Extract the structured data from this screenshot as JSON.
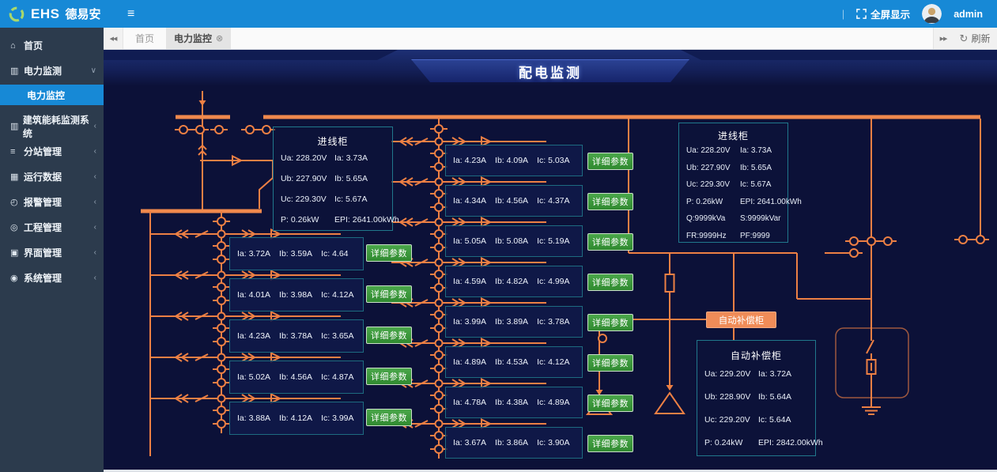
{
  "topbar": {
    "brand_abbr": "EHS",
    "brand_name": "德易安",
    "hamburger": "≡",
    "divider": "|",
    "fullscreen_label": "全屏显示",
    "username": "admin"
  },
  "sidebar": {
    "items": [
      {
        "glyph": "⌂",
        "label": "首页",
        "chevron": ""
      },
      {
        "glyph": "▥",
        "label": "电力监测",
        "chevron": "∨"
      },
      {
        "glyph": "",
        "label": "电力监控",
        "chevron": ""
      },
      {
        "glyph": "▥",
        "label": "建筑能耗监测系统",
        "chevron": "‹"
      },
      {
        "glyph": "≡",
        "label": "分站管理",
        "chevron": "‹"
      },
      {
        "glyph": "▦",
        "label": "运行数据",
        "chevron": "‹"
      },
      {
        "glyph": "◴",
        "label": "报警管理",
        "chevron": "‹"
      },
      {
        "glyph": "◎",
        "label": "工程管理",
        "chevron": "‹"
      },
      {
        "glyph": "▣",
        "label": "界面管理",
        "chevron": "‹"
      },
      {
        "glyph": "◉",
        "label": "系统管理",
        "chevron": "‹"
      }
    ]
  },
  "tabbar": {
    "scroll_left": "◀◀",
    "scroll_right": "▶▶",
    "home_tab": "首页",
    "active_tab": "电力监控",
    "close_icon": "⊗",
    "refresh_icon": "↻",
    "refresh_label": "刷新"
  },
  "main": {
    "title": "配电监测",
    "detail_label": "详细参数",
    "comp_button_label": "自动补偿柜",
    "incoming_left": {
      "title": "进线柜",
      "rows": [
        {
          "l": "Ua: 228.20V",
          "r": "Ia: 3.73A"
        },
        {
          "l": "Ub: 227.90V",
          "r": "Ib: 5.65A"
        },
        {
          "l": "Uc: 229.30V",
          "r": "Ic: 5.67A"
        },
        {
          "l": "P: 0.26kW",
          "r": "EPI: 2641.00kWh"
        }
      ]
    },
    "incoming_right": {
      "title": "进线柜",
      "rows": [
        {
          "l": "Ua: 228.20V",
          "r": "Ia: 3.73A"
        },
        {
          "l": "Ub: 227.90V",
          "r": "Ib: 5.65A"
        },
        {
          "l": "Uc: 229.30V",
          "r": "Ic: 5.67A"
        },
        {
          "l": "P: 0.26kW",
          "r": "EPI: 2641.00kWh"
        },
        {
          "l": "Q:9999kVa",
          "r": "S:9999kVar"
        },
        {
          "l": "FR:9999Hz",
          "r": "PF:9999"
        }
      ]
    },
    "compensation": {
      "title": "自动补偿柜",
      "rows": [
        {
          "l": "Ua: 229.20V",
          "r": "Ia: 3.72A"
        },
        {
          "l": "Ub: 228.90V",
          "r": "Ib: 5.64A"
        },
        {
          "l": "Uc: 229.20V",
          "r": "Ic: 5.64A"
        },
        {
          "l": "P: 0.24kW",
          "r": "EPI: 2842.00kWh"
        }
      ]
    },
    "left_feeders": [
      {
        "ia": "Ia: 3.72A",
        "ib": "Ib: 3.59A",
        "ic": "Ic: 4.64"
      },
      {
        "ia": "Ia: 4.01A",
        "ib": "Ib: 3.98A",
        "ic": "Ic: 4.12A"
      },
      {
        "ia": "Ia: 4.23A",
        "ib": "Ib: 3.78A",
        "ic": "Ic: 3.65A"
      },
      {
        "ia": "Ia: 5.02A",
        "ib": "Ib: 4.56A",
        "ic": "Ic: 4.87A"
      },
      {
        "ia": "Ia: 3.88A",
        "ib": "Ib: 4.12A",
        "ic": "Ic: 3.99A"
      }
    ],
    "mid_feeders": [
      {
        "ia": "Ia: 4.23A",
        "ib": "Ib: 4.09A",
        "ic": "Ic: 5.03A"
      },
      {
        "ia": "Ia: 4.34A",
        "ib": "Ib: 4.56A",
        "ic": "Ic: 4.37A"
      },
      {
        "ia": "Ia: 5.05A",
        "ib": "Ib: 5.08A",
        "ic": "Ic: 5.19A"
      },
      {
        "ia": "Ia: 4.59A",
        "ib": "Ib: 4.82A",
        "ic": "Ic: 4.99A"
      },
      {
        "ia": "Ia: 3.99A",
        "ib": "Ib: 3.89A",
        "ic": "Ic: 3.78A"
      },
      {
        "ia": "Ia: 4.89A",
        "ib": "Ib: 4.53A",
        "ic": "Ic: 4.12A"
      },
      {
        "ia": "Ia: 4.78A",
        "ib": "Ib: 4.38A",
        "ic": "Ic: 4.89A"
      },
      {
        "ia": "Ia: 3.67A",
        "ib": "Ib: 3.86A",
        "ic": "Ic: 3.90A"
      }
    ],
    "colors": {
      "accent_orange": "#ed8044",
      "box_border_teal": "#1f7587",
      "button_green": "#3fa23f",
      "topbar_blue": "#1789d6"
    }
  }
}
